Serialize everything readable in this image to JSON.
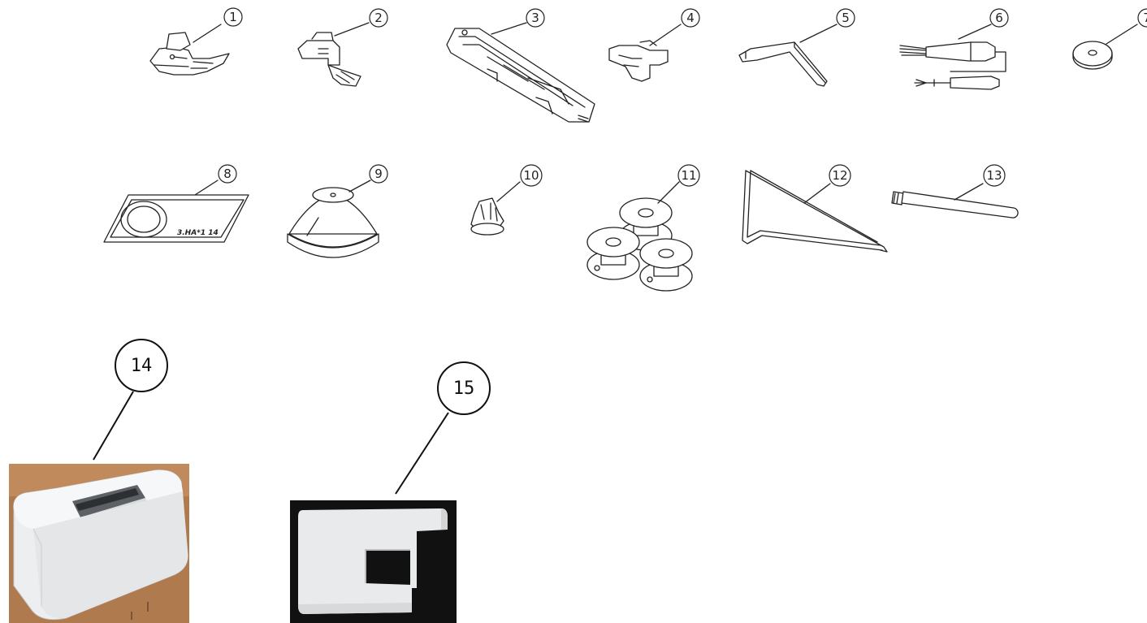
{
  "parts": [
    {
      "num": "1"
    },
    {
      "num": "2"
    },
    {
      "num": "3"
    },
    {
      "num": "4"
    },
    {
      "num": "5"
    },
    {
      "num": "6"
    },
    {
      "num": "7"
    },
    {
      "num": "8"
    },
    {
      "num": "9"
    },
    {
      "num": "10"
    },
    {
      "num": "11"
    },
    {
      "num": "12"
    },
    {
      "num": "13"
    },
    {
      "num": "14"
    },
    {
      "num": "15"
    }
  ],
  "plate_text": "3.HA*1 14",
  "colors": {
    "line": "#222222",
    "cardboard": "#b07a4f",
    "case_white": "#eef0f1",
    "cover_bg": "#111111",
    "cover_white": "#e9eaec"
  }
}
